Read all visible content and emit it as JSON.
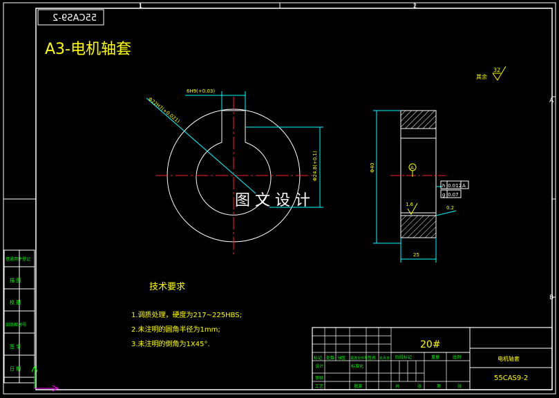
{
  "colors": {
    "frame": "#ffffff",
    "dim": "#00ffff",
    "center": "#ff2020",
    "text": "#ffff00",
    "label": "#00ff00",
    "axis_x": "#ff00ff",
    "axis_y": "#00ff00"
  },
  "drawing_code_mirrored": "55CAS9-2",
  "title": "A3-电机轴套",
  "roughness": {
    "label": "其余",
    "value": "32"
  },
  "zone_marks": {
    "top_1": "1",
    "top_2": "2",
    "side_a": "A",
    "side_b": "B"
  },
  "dimensions": {
    "keyway_width": "6H9(+0.03)",
    "bore_dia": "Φ22H7(+0.021)",
    "key_depth": "Φ24.8(+0.1)",
    "outer_dia": "Φ40",
    "length": "25",
    "runout_value": "0.012",
    "runout_datum": "A",
    "flatness_value": "0.07",
    "surface_a": "1.6",
    "surface_b": "0.2",
    "datum_label": "A"
  },
  "watermark": "图 文 设 计",
  "tech_req": {
    "heading": "技术要求",
    "items": [
      "1.调质处理，硬度为217~225HBS;",
      "2.未注明的圆角半径为1mm;",
      "3.未注明的倒角为1X45°."
    ]
  },
  "left_stamps": [
    "借通用件登记",
    "描 图",
    "校 描",
    "旧底图总号",
    "签 字",
    "日 期"
  ],
  "title_block": {
    "material": "20#",
    "part_name": "电机轴套",
    "drawing_no": "55CAS9-2",
    "sign_row": [
      "标记",
      "处数",
      "分区",
      "更改文件号",
      "签名",
      "年月日"
    ],
    "stage_row": [
      "阶段标记",
      "重量",
      "比例"
    ],
    "role_rows": [
      "设计",
      "审核",
      "工艺"
    ],
    "std": "标准化",
    "approve": "批准",
    "sheet": [
      "共",
      "张",
      "第",
      "张"
    ]
  }
}
